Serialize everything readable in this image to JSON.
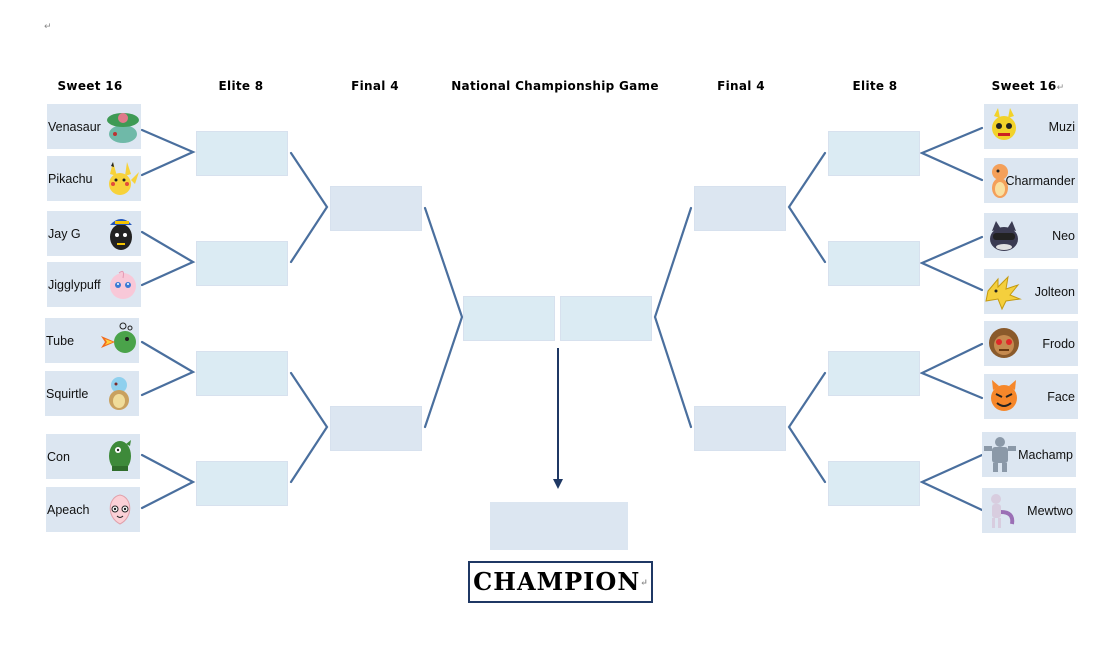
{
  "return_mark": "↵",
  "headers": {
    "left_sweet16": "Sweet 16",
    "left_elite8": "Elite 8",
    "left_final4": "Final 4",
    "national": "National Championship Game",
    "right_final4": "Final 4",
    "right_elite8": "Elite 8",
    "right_sweet16": "Sweet 16"
  },
  "left_seeds": [
    {
      "name": "Venasaur",
      "icon": "venusaur-icon"
    },
    {
      "name": "Pikachu",
      "icon": "pikachu-icon"
    },
    {
      "name": "Jay G",
      "icon": "jay-g-icon"
    },
    {
      "name": "Jigglypuff",
      "icon": "jigglypuff-icon"
    },
    {
      "name": "Tube",
      "icon": "tube-icon"
    },
    {
      "name": "Squirtle",
      "icon": "squirtle-icon"
    },
    {
      "name": "Con",
      "icon": "con-icon"
    },
    {
      "name": "Apeach",
      "icon": "apeach-icon"
    }
  ],
  "right_seeds": [
    {
      "name": "Muzi",
      "icon": "muzi-icon"
    },
    {
      "name": "Charmander",
      "icon": "charmander-icon"
    },
    {
      "name": "Neo",
      "icon": "neo-icon"
    },
    {
      "name": "Jolteon",
      "icon": "jolteon-icon"
    },
    {
      "name": "Frodo",
      "icon": "frodo-icon"
    },
    {
      "name": "Face",
      "icon": "face-icon"
    },
    {
      "name": "Machamp",
      "icon": "machamp-icon"
    },
    {
      "name": "Mewtwo",
      "icon": "mewtwo-icon"
    }
  ],
  "champion_label": "CHAMPION",
  "colors": {
    "connector": "#4a6f9e",
    "seed_fill": "#dce6f1",
    "slot_fill_light": "#dbebf3",
    "arrow": "#1f3864"
  }
}
